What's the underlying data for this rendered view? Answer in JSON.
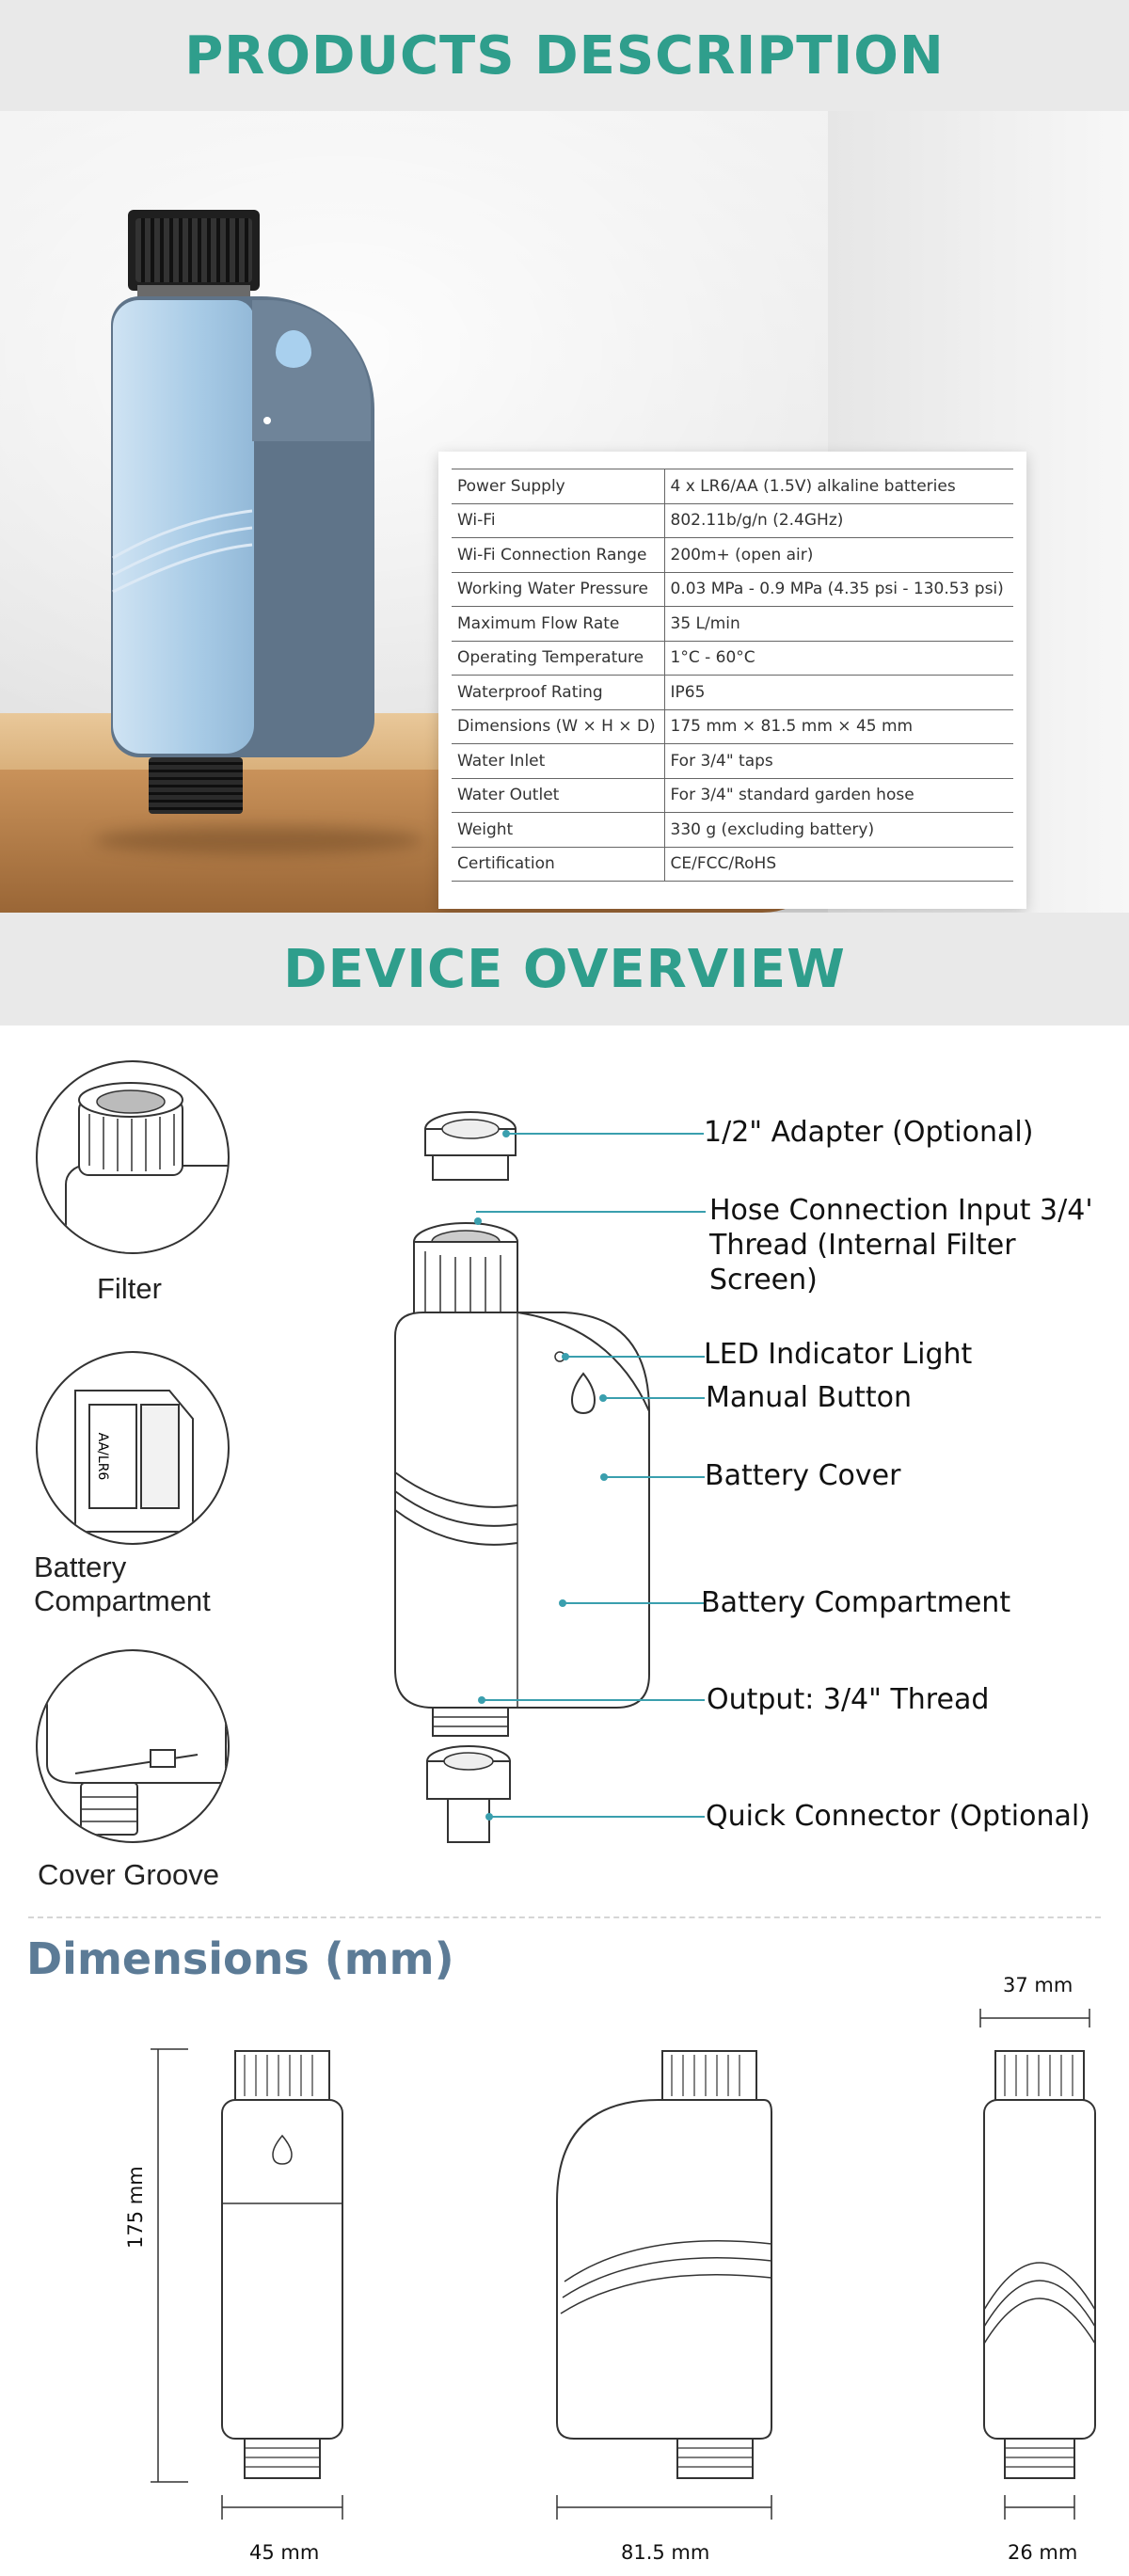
{
  "sections": {
    "products_title": "PRODUCTS DESCRIPTION",
    "overview_title": "DEVICE OVERVIEW",
    "dimensions_title": "Dimensions (mm)"
  },
  "specs": [
    {
      "label": "Power Supply",
      "value": "4 x LR6/AA (1.5V) alkaline batteries"
    },
    {
      "label": "Wi-Fi",
      "value": "802.11b/g/n (2.4GHz)"
    },
    {
      "label": "Wi-Fi Connection Range",
      "value": "200m+ (open air)"
    },
    {
      "label": "Working Water Pressure",
      "value": "0.03 MPa - 0.9 MPa (4.35 psi - 130.53 psi)"
    },
    {
      "label": "Maximum Flow Rate",
      "value": "35 L/min"
    },
    {
      "label": "Operating Temperature",
      "value": "1°C - 60°C"
    },
    {
      "label": "Waterproof Rating",
      "value": "IP65"
    },
    {
      "label": "Dimensions (W × H × D)",
      "value": "175 mm × 81.5 mm × 45 mm"
    },
    {
      "label": "Water Inlet",
      "value": "For 3/4\" taps"
    },
    {
      "label": "Water Outlet",
      "value": "For 3/4\" standard garden hose"
    },
    {
      "label": "Weight",
      "value": "330 g (excluding battery)"
    },
    {
      "label": "Certification",
      "value": "CE/FCC/RoHS"
    }
  ],
  "detail_views": {
    "filter": "Filter",
    "battery_line1": "Battery",
    "battery_line2": "Compartment",
    "cover_groove": "Cover Groove"
  },
  "callouts": {
    "adapter": "1/2\" Adapter (Optional)",
    "hose_line1": "Hose Connection Input 3/4'",
    "hose_line2": "Thread (Internal Filter",
    "hose_line3": "Screen)",
    "led": "LED Indicator Light",
    "manual": "Manual Button",
    "battery_cover": "Battery Cover",
    "battery_compartment": "Battery Compartment",
    "output": "Output: 3/4\" Thread",
    "quick": "Quick Connector (Optional)"
  },
  "battery_text": "AA/LR6",
  "dimensions": {
    "height": "175 mm",
    "front_width": "45 mm",
    "side_depth": "81.5 mm",
    "back_width": "26 mm",
    "top_width": "37 mm"
  },
  "colors": {
    "accent": "#2f9e8c",
    "callout_line": "#3a9fae",
    "dim_title": "#5c7b96",
    "device_blue": "#a8cbe6",
    "device_gray": "#5f7489"
  }
}
